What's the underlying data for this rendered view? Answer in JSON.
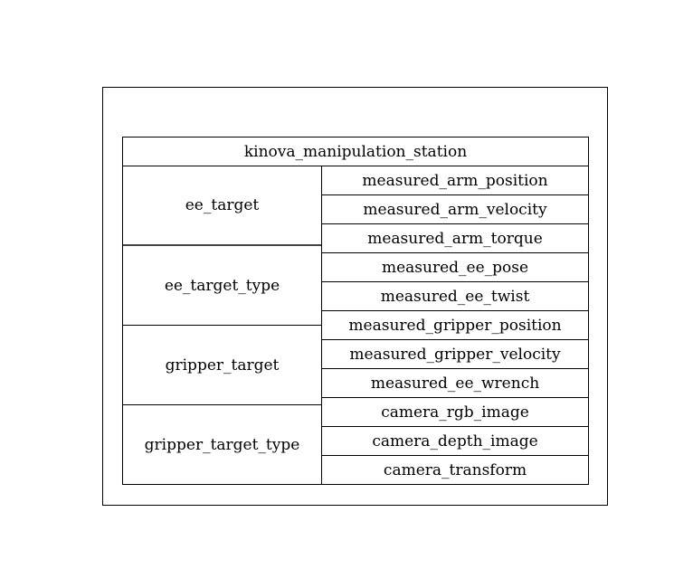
{
  "system": {
    "name": "kinova_manipulation_station",
    "input_ports": [
      "ee_target",
      "ee_target_type",
      "gripper_target",
      "gripper_target_type"
    ],
    "output_ports": [
      "measured_arm_position",
      "measured_arm_velocity",
      "measured_arm_torque",
      "measured_ee_pose",
      "measured_ee_twist",
      "measured_gripper_position",
      "measured_gripper_velocity",
      "measured_ee_wrench",
      "camera_rgb_image",
      "camera_depth_image",
      "camera_transform"
    ]
  }
}
